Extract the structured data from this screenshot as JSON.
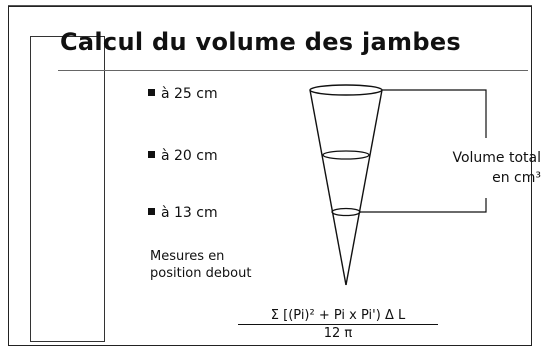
{
  "slide": {
    "title": "Calcul du volume des jambes",
    "measurements": [
      {
        "label": "à 25 cm"
      },
      {
        "label": "à 20 cm"
      },
      {
        "label": "à 13 cm"
      }
    ],
    "note_lines": [
      "Mesures en",
      "position debout"
    ],
    "volume_label_lines": [
      "Volume total",
      "en cm³"
    ],
    "formula": {
      "numerator": "Σ [(Pi)² + Pi x Pi') Δ L",
      "denominator": "12 π"
    }
  }
}
